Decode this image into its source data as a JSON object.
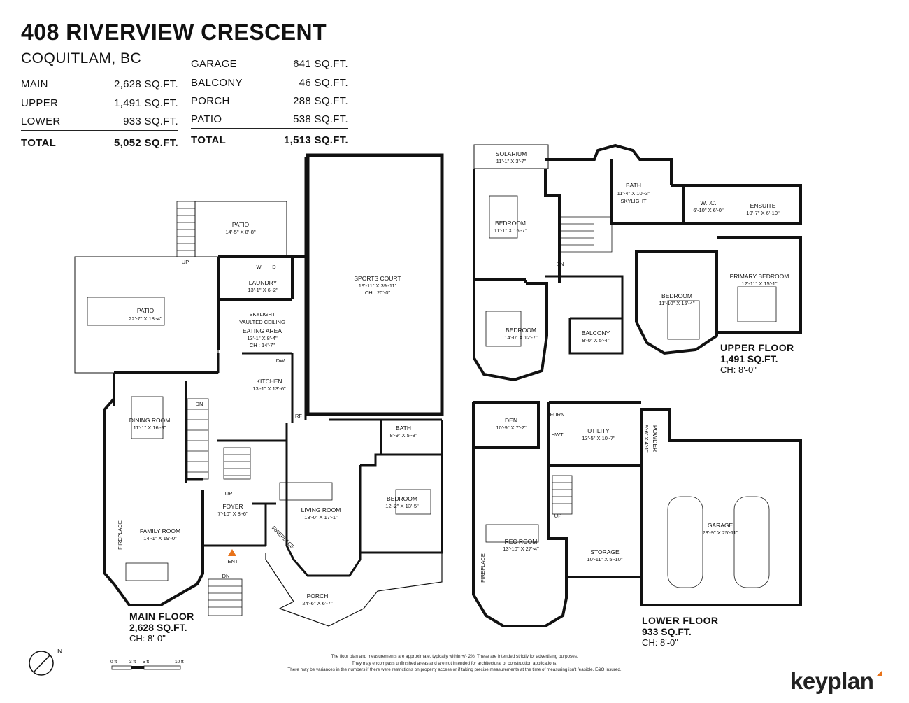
{
  "header": {
    "address": "408 RIVERVIEW CRESCENT",
    "city": "COQUITLAM, BC"
  },
  "living_areas": [
    {
      "label": "MAIN",
      "value": "2,628 SQ.FT."
    },
    {
      "label": "UPPER",
      "value": "1,491 SQ.FT."
    },
    {
      "label": "LOWER",
      "value": "933 SQ.FT."
    }
  ],
  "living_total": {
    "label": "TOTAL",
    "value": "5,052 SQ.FT."
  },
  "other_areas": [
    {
      "label": "GARAGE",
      "value": "641 SQ.FT."
    },
    {
      "label": "BALCONY",
      "value": "46 SQ.FT."
    },
    {
      "label": "PORCH",
      "value": "288 SQ.FT."
    },
    {
      "label": "PATIO",
      "value": "538 SQ.FT."
    }
  ],
  "other_total": {
    "label": "TOTAL",
    "value": "1,513 SQ.FT."
  },
  "floors": {
    "main": {
      "name": "MAIN FLOOR",
      "area": "2,628 SQ.FT.",
      "ceiling": "CH: 8'-0\""
    },
    "upper": {
      "name": "UPPER FLOOR",
      "area": "1,491 SQ.FT.",
      "ceiling": "CH: 8'-0\""
    },
    "lower": {
      "name": "LOWER FLOOR",
      "area": "933 SQ.FT.",
      "ceiling": "CH: 8'-0\""
    }
  },
  "rooms": {
    "patio_top": {
      "name": "PATIO",
      "dim": "14'-5\" X 8'-8\""
    },
    "patio_left": {
      "name": "PATIO",
      "dim": "22'-7\" X 18'-4\""
    },
    "laundry": {
      "name": "LAUNDRY",
      "dim": "13'-1\" X 6'-2\""
    },
    "sports_court": {
      "name": "SPORTS COURT",
      "dim": "19'-11\" X 39'-11\"",
      "extra": "CH : 20'-0\""
    },
    "eating_area": {
      "line1": "SKYLIGHT",
      "line2": "VAULTED CEILING",
      "name": "EATING AREA",
      "dim": "13'-1\" X 8'-4\"",
      "extra": "CH : 14'-7\""
    },
    "kitchen": {
      "name": "KITCHEN",
      "dim": "13'-1\" X 13'-6\""
    },
    "dining_room": {
      "name": "DINING ROOM",
      "dim": "11'-1\" X 16'-9\""
    },
    "bath_main": {
      "name": "BATH",
      "dim": "8'-9\" X 5'-8\""
    },
    "bedroom_main": {
      "name": "BEDROOM",
      "dim": "12'-2\" X 13'-5\""
    },
    "foyer": {
      "name": "FOYER",
      "dim": "7'-10\" X 8'-6\""
    },
    "living_room": {
      "name": "LIVING ROOM",
      "dim": "13'-0\" X 17'-1\""
    },
    "family_room": {
      "name": "FAMILY ROOM",
      "dim": "14'-1\" X 19'-0\""
    },
    "porch": {
      "name": "PORCH",
      "dim": "24'-6\" X 6'-7\""
    },
    "solarium": {
      "name": "SOLARIUM",
      "dim": "11'-1\" X 3'-7\""
    },
    "bath_upper": {
      "name": "BATH",
      "dim": "11'-4\" X 10'-3\"",
      "extra": "SKYLIGHT"
    },
    "wic": {
      "name": "W.I.C.",
      "dim": "6'-10\" X 6'-0\""
    },
    "ensuite": {
      "name": "ENSUITE",
      "dim": "10'-7\" X 6'-10\""
    },
    "bedroom_u1": {
      "name": "BEDROOM",
      "dim": "11'-1\" X 16'-7\""
    },
    "primary_bedroom": {
      "name": "PRIMARY BEDROOM",
      "dim": "12'-11\" X 15'-1\""
    },
    "bedroom_u2": {
      "name": "BEDROOM",
      "dim": "11'-10\" X 15'-4\""
    },
    "bedroom_u3": {
      "name": "BEDROOM",
      "dim": "14'-0\" X 12'-7\""
    },
    "balcony": {
      "name": "BALCONY",
      "dim": "8'-0\" X 5'-4\""
    },
    "den": {
      "name": "DEN",
      "dim": "10'-9\" X 7'-2\""
    },
    "utility": {
      "name": "UTILITY",
      "dim": "13'-5\" X 10'-7\""
    },
    "powder": {
      "name": "POWDER",
      "dim": "9'-6\" X 4'-1\""
    },
    "garage": {
      "name": "GARAGE",
      "dim": "23'-9\" X 25'-11\""
    },
    "rec_room": {
      "name": "REC ROOM",
      "dim": "13'-10\" X 27'-4\""
    },
    "storage": {
      "name": "STORAGE",
      "dim": "10'-11\" X 5'-10\""
    }
  },
  "plan_tags": {
    "up": "UP",
    "dn": "DN",
    "ent": "ENT",
    "fireplace": "FIREPLACE",
    "w": "W",
    "d": "D",
    "dw": "DW",
    "rf": "RF",
    "furn": "FURN",
    "hwt": "HWT"
  },
  "compass": {
    "north": "N"
  },
  "scale": {
    "labels": [
      "0 ft",
      "3 ft",
      "5 ft",
      "10 ft"
    ]
  },
  "disclaimer": [
    "The floor plan and measurements are approximate, typically within +/- 2%. These are intended strictly for advertising purposes.",
    "They may encompass unfinished areas and are not intended for architectural or construction applications.",
    "There may be variances in the numbers if there were restrictions on property access or if taking precise measurements at the time of measuring isn't feasible. E&O insured."
  ],
  "brand": {
    "name": "keyplan",
    "accent_color": "#e8731a"
  }
}
